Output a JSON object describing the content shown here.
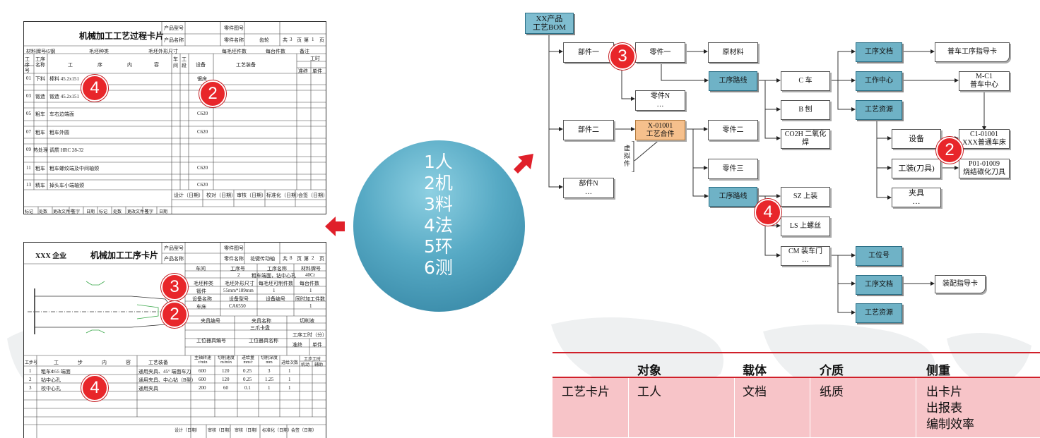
{
  "card1": {
    "title": "机械加工工艺过程卡片",
    "hdr": [
      "产品型号",
      "零件图号",
      "产品名称",
      "零件名称",
      "齿轮",
      "共",
      "3",
      "页",
      "第",
      "1",
      "页"
    ],
    "row2": [
      "材料牌号",
      "45钢",
      "毛坯种类",
      "毛坯外形尺寸",
      "每毛坯件数",
      "每台件数",
      "备注"
    ],
    "cols": [
      "工序号",
      "工序名称",
      "工",
      "序",
      "内",
      "容",
      "车间",
      "工段",
      "设备",
      "工艺装备",
      "工时",
      "准终",
      "单件"
    ],
    "ops": [
      {
        "no": "01",
        "name": "下料",
        "desc": "棒料 45.2x151",
        "eq": "锯床"
      },
      {
        "no": "03",
        "name": "锻造",
        "desc": "锻造 45.2x151",
        "eq": ""
      },
      {
        "no": "05",
        "name": "粗车",
        "desc": "车右边端面",
        "eq": "C620"
      },
      {
        "no": "07",
        "name": "粗车",
        "desc": "粗车外圆",
        "eq": "C620"
      },
      {
        "no": "09",
        "name": "热处理",
        "desc": "调质 HRC 28-32",
        "eq": ""
      },
      {
        "no": "11",
        "name": "粗车",
        "desc": "粗车螺纹端及中间轴颈",
        "eq": "C620"
      },
      {
        "no": "13",
        "name": "精车",
        "desc": "掉头车小端轴颈",
        "eq": "C620"
      }
    ],
    "sign": [
      "设计（日期）",
      "校对（日期）",
      "审核（日期）",
      "标准化（日期）",
      "会签（日期）"
    ],
    "foot": [
      "标记",
      "处数",
      "更改文件号",
      "签字",
      "日期",
      "标记",
      "处数",
      "更改文件号",
      "签字",
      "日期"
    ]
  },
  "card2": {
    "company": "XXX 企业",
    "title": "机械加工工序卡片",
    "hdr": [
      "产品型号",
      "零件图号",
      "产品名称",
      "零件名称",
      "花键传动轴",
      "共",
      "8",
      "页",
      "第",
      "2",
      "页"
    ],
    "info_h": [
      "车间",
      "工序号",
      "工序名称",
      "材料牌号"
    ],
    "info_v": [
      "2",
      "粗车端面，钻中心孔",
      "40Cr"
    ],
    "blank_h": [
      "毛坯种类",
      "毛坯外形尺寸",
      "每毛坯可制件数",
      "每台件数"
    ],
    "blank_v": [
      "锻件",
      "55mm*189mm",
      "1",
      "1"
    ],
    "eq_h": [
      "设备名称",
      "设备型号",
      "设备编号",
      "同时加工件数"
    ],
    "eq_v": [
      "车床",
      "CA6550",
      "1"
    ],
    "fix": [
      "夹具编号",
      "夹具名称",
      "切削液",
      "三爪卡盘"
    ],
    "tool": [
      "工位器具编号",
      "工位器具名称",
      "工序工时（分）",
      "准终",
      "单件"
    ],
    "steps_h": [
      "工步号",
      "工",
      "步",
      "内",
      "容",
      "工艺装备",
      "主轴转速 r/min",
      "切削速度 m/min",
      "进给量 mm/r",
      "切削深度 mm",
      "进给次数",
      "工步工时",
      "机动",
      "辅助"
    ],
    "steps": [
      {
        "no": "1",
        "desc": "粗车Φ55 端面",
        "equip": "通用夹具、45° 端面车刀",
        "rpm": "600",
        "v": "120",
        "f": "0.25",
        "ap": "3",
        "n": "1"
      },
      {
        "no": "2",
        "desc": "钻中心孔",
        "equip": "通用夹具、中心钻（B型）",
        "rpm": "600",
        "v": "120",
        "f": "0.25",
        "ap": "1.25",
        "n": "1"
      },
      {
        "no": "3",
        "desc": "校中心孔",
        "equip": "通用夹具",
        "rpm": "200",
        "v": "60",
        "f": "0.1",
        "ap": "1",
        "n": "1"
      }
    ],
    "sign": [
      "设计（日期）",
      "审核（日期）",
      "审核（日期）",
      "标准化（日期）",
      "会签（日期）"
    ]
  },
  "circle": {
    "items": [
      "1人",
      "2机",
      "3料",
      "4法",
      "5环",
      "6测"
    ]
  },
  "badges": {
    "c1_4": "4",
    "c1_2": "2",
    "c2_3": "3",
    "c2_2": "2",
    "c2_4": "4",
    "d_3": "3",
    "d_4": "4",
    "d_2": "2"
  },
  "bom": {
    "root": "XX产品\n工艺BOM",
    "part1": "部件一",
    "part2": "部件二",
    "partN": "部件N\n…",
    "comp1": "零件一",
    "compN": "零件N\n…",
    "asm": "X-01001\n工艺合件",
    "comp2": "零件二",
    "comp3": "零件三",
    "raw": "原材料",
    "route1": "工序路线",
    "route2": "工序路线",
    "ops1": [
      "C 车",
      "B 刨",
      "CO2H 二氧化焊"
    ],
    "ops2": [
      "SZ 上装",
      "LS 上螺丝",
      "CM 装车门\n…"
    ],
    "doc1": "工序文档",
    "center": "工作中心",
    "res1": "工艺资源",
    "doc_out": "普车工序指导卡",
    "center_out": "M-C1\n普车中心",
    "devices": "设备",
    "tooling": "工装(刀具)",
    "fixture": "夹具\n…",
    "dev_out": "C1-01001\nXXX普通车床",
    "tool_out": "P01-01009\n烧结碳化刀具",
    "station": "工位号",
    "doc2": "工序文档",
    "res2": "工艺资源",
    "doc2_out": "装配指导卡",
    "virtual": "虚拟件"
  },
  "table": {
    "headers": [
      "对象",
      "载体",
      "介质",
      "侧重"
    ],
    "row": {
      "name": "工艺卡片",
      "object": "工人",
      "carrier": "文档",
      "media": "纸质",
      "focus": [
        "出卡片",
        "出报表",
        "编制效率"
      ]
    }
  },
  "colors": {
    "badge": "#e8262a",
    "teal": "#6fb2c6",
    "orange": "#f6c08c",
    "table_row": "#f7c4c8",
    "table_line": "#d0202a",
    "arrow": "#e0202a"
  }
}
